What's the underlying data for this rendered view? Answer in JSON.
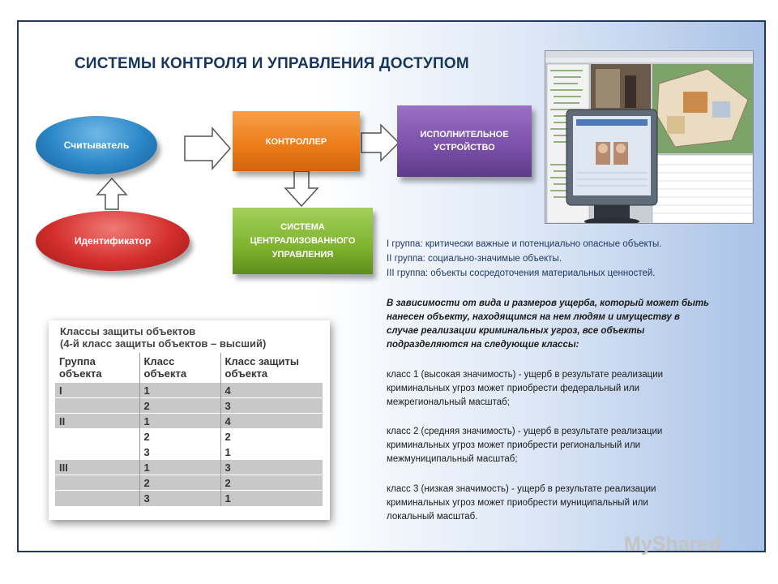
{
  "title": "СИСТЕМЫ КОНТРОЛЯ И УПРАВЛЕНИЯ ДОСТУПОМ",
  "diagram": {
    "reader": "Считыватель",
    "identifier": "Идентификатор",
    "controller": "КОНТРОЛЛЕР",
    "executor_line1": "ИСПОЛНИТЕЛЬНОЕ",
    "executor_line2": "УСТРОЙСТВО",
    "central_line1": "СИСТЕМА",
    "central_line2": "ЦЕНТРАЛИЗОВАННОГО",
    "central_line3": "УПРАВЛЕНИЯ"
  },
  "groups": [
    "I группа: критически важные и потенциально опасные объекты.",
    "II группа: социально-значимые объекты.",
    "III группа: объекты сосредоточения материальных ценностей."
  ],
  "intro": [
    "В зависимости от вида и размеров ущерба, который может быть",
    "нанесен объекту, находящимся на нем людям и имуществу в",
    "случае реализации криминальных угроз, все объекты",
    "подразделяются на следующие классы:"
  ],
  "class1": [
    "класс 1 (высокая значимость) - ущерб в результате реализации",
    "криминальных угроз может приобрести федеральный или",
    "межрегиональный масштаб;"
  ],
  "class2": [
    "класс 2 (средняя значимость) - ущерб в результате реализации",
    "криминальных угроз может приобрести региональный или",
    "межмуниципальный масштаб;"
  ],
  "class3": [
    "класс 3 (низкая значимость) - ущерб в результате реализации",
    "криминальных угроз может приобрести муниципальный или",
    "локальный масштаб."
  ],
  "table": {
    "heading1": "Классы защиты объектов",
    "heading2": "(4-й класс защиты объектов – высший)",
    "headers": [
      [
        "Группа",
        "объекта"
      ],
      [
        "Класс",
        "объекта"
      ],
      [
        "Класс защиты",
        "объекта"
      ]
    ],
    "rows": [
      [
        "I",
        "1",
        "4"
      ],
      [
        "",
        "2",
        "3"
      ],
      [
        "II",
        "1",
        "4"
      ],
      [
        "",
        "2",
        "2"
      ],
      [
        "",
        "3",
        "1"
      ],
      [
        "III",
        "1",
        "3"
      ],
      [
        "",
        "2",
        "2"
      ],
      [
        "",
        "3",
        "1"
      ]
    ]
  },
  "watermark": "MyShared"
}
